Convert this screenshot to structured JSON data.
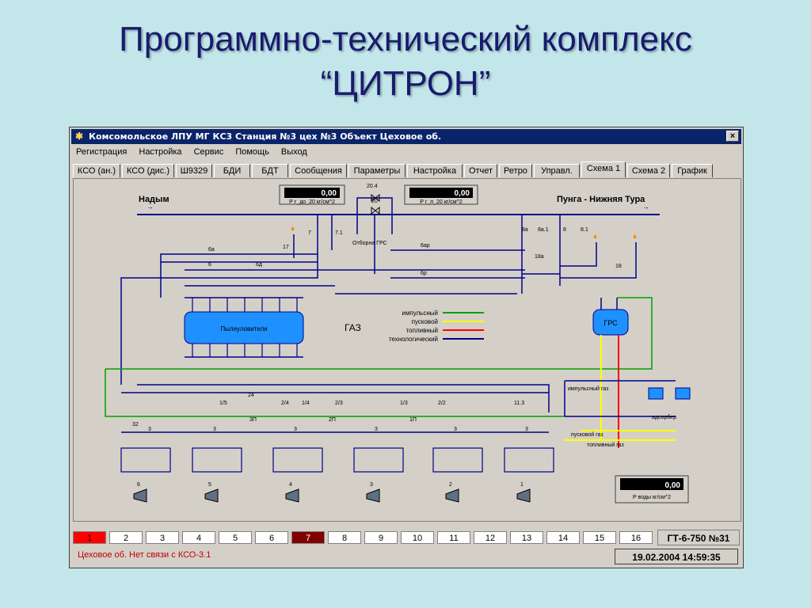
{
  "slide": {
    "title_line1": "Программно-технический комплекс",
    "title_line2": "“ЦИТРОН”"
  },
  "window": {
    "title": "Комсомольское ЛПУ МГ КС3 Станция №3  цех №3  Объект Цеховое об.",
    "close_label": "×"
  },
  "menu": [
    "Регистрация",
    "Настройка",
    "Сервис",
    "Помощь",
    "Выход"
  ],
  "tabs": [
    "КСО (ан.)",
    "КСО (дис.)",
    "Ш9329",
    "БДИ",
    "БДТ",
    "Сообщения",
    "Параметры",
    "Настройка",
    "Отчет",
    "Ретро",
    "Управл.",
    "Схема 1",
    "Схема 2",
    "График"
  ],
  "active_tab": "Схема 1",
  "scheme": {
    "left_dest": "Надым",
    "right_dest": "Пунга - Нижняя Тура",
    "gauge1": {
      "value": "0,00",
      "label": "Р г_до_20 кг/см^2"
    },
    "gauge2": {
      "value": "0,00",
      "label": "Р г_п_20 кг/см^2"
    },
    "gauge3": {
      "value": "0,00",
      "label": "Р воды кг/см^2"
    },
    "dust_collectors": "Пылеуловители",
    "grs": "ГРС",
    "gas_legend_title": "ГАЗ",
    "legend": [
      {
        "label": "импульсный",
        "color": "#00a000"
      },
      {
        "label": "пусковой",
        "color": "#ffff00"
      },
      {
        "label": "топливный",
        "color": "#ff0000"
      },
      {
        "label": "технологический",
        "color": "#00008b"
      }
    ],
    "valves": [
      "20.4",
      "20",
      "7",
      "7.1",
      "17",
      "Отборна ГРС",
      "6а",
      "6",
      "6д",
      "6ар",
      "6р",
      "8а",
      "8а.1",
      "8",
      "8.1",
      "18а",
      "18",
      "24",
      "1/5",
      "2/4",
      "1/4",
      "2/3",
      "1/3",
      "2/2",
      "11.3",
      "32",
      "3П",
      "2П",
      "1П",
      "3",
      "2",
      "1",
      "4",
      "5",
      "3'"
    ],
    "labels_right": {
      "impulse": "импульсный газ",
      "start": "пусковой газ",
      "fuel": "топливный газ",
      "adsorber": "адсорбер"
    },
    "units": [
      "6",
      "5",
      "4",
      "3",
      "2",
      "1"
    ]
  },
  "unit_buttons": [
    "1",
    "2",
    "3",
    "4",
    "5",
    "6",
    "7",
    "8",
    "9",
    "10",
    "11",
    "12",
    "13",
    "14",
    "15",
    "16"
  ],
  "unit_label": "ГТ-6-750 №31",
  "status_message": "Цеховое об. Нет связи с КСО-3.1",
  "datetime": "19.02.2004 14:59:35"
}
